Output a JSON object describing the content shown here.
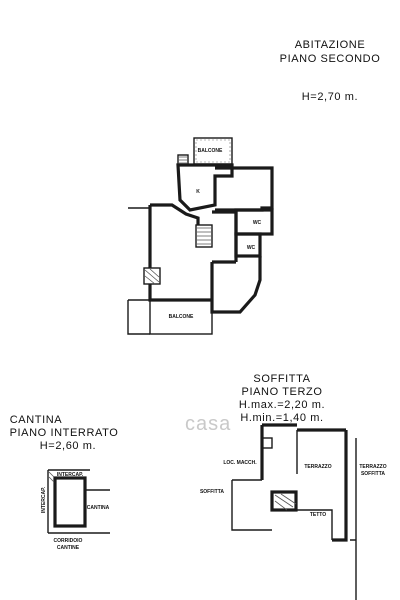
{
  "main_floor": {
    "title": "ABITAZIONE",
    "floor": "PIANO   SECONDO",
    "height": "H=2,70  m.",
    "rooms": {
      "balcone_top": "BALCONE",
      "k": "K",
      "wc1": "WC",
      "wc2": "WC",
      "balcone_bottom": "BALCONE"
    }
  },
  "attic": {
    "title": "SOFFITTA",
    "floor": "PIANO  TERZO",
    "hmax": "H.max.=2,20  m.",
    "hmin": "H.min.=1,40  m.",
    "rooms": {
      "loc_macch": "LOC. MACCH.",
      "terrazzo": "TERRAZZO",
      "terrazzo_soffitta_1": "TERRAZZO",
      "terrazzo_soffitta_2": "SOFFITTA",
      "soffitta": "SOFFITTA",
      "tetto": "TETTO"
    }
  },
  "cellar": {
    "title": "CANTINA",
    "floor": "PIANO  INTERRATO",
    "height": "H=2,60  m.",
    "rooms": {
      "intercap_h": "INTERCAP.",
      "intercap_v": "INTERCAP.",
      "cantina": "CANTINA",
      "corridoio_1": "CORRIDOIO",
      "corridoio_2": "CANTINE"
    }
  },
  "watermark": "casa",
  "colors": {
    "ink": "#1a1a1a",
    "watermark": "#c9c9c9",
    "background": "#ffffff"
  }
}
